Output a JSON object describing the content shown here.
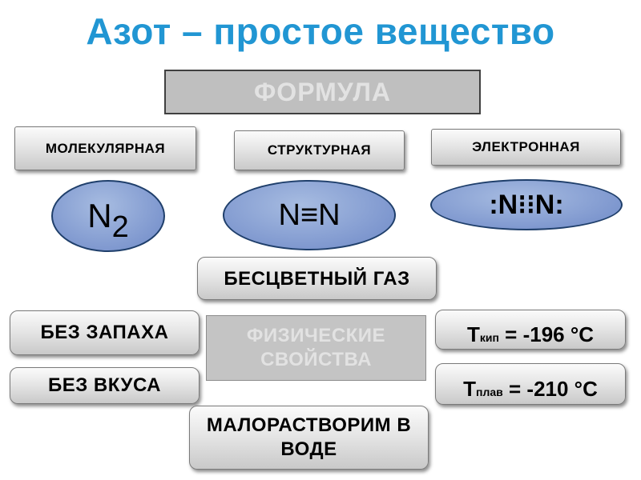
{
  "title": "Азот – простое вещество",
  "formula_heading": "ФОРМУЛА",
  "formula_types": {
    "molecular": "МОЛЕКУЛЯРНАЯ",
    "structural": "СТРУКТУРНАЯ",
    "electronic": "ЭЛЕКТРОННАЯ"
  },
  "formulas": {
    "molecular_symbol": "N",
    "molecular_subscript": "2",
    "structural": "N≡N",
    "electronic": ":N⁝⁝N:"
  },
  "physical_heading": "ФИЗИЧЕСКИЕ СВОЙСТВА",
  "properties": {
    "colorless_gas": "БЕСЦВЕТНЫЙ ГАЗ",
    "odorless": "БЕЗ ЗАПАХА",
    "tasteless": "БЕЗ ВКУСА",
    "solubility": "МАЛОРАСТВОРИМ В ВОДЕ"
  },
  "temperatures": {
    "boiling_symbol": "Т",
    "boiling_sub": "кип",
    "boiling_value": "=  -196 °С",
    "melting_symbol": "Т",
    "melting_sub": "плав",
    "melting_value": "= -210 °С"
  }
}
